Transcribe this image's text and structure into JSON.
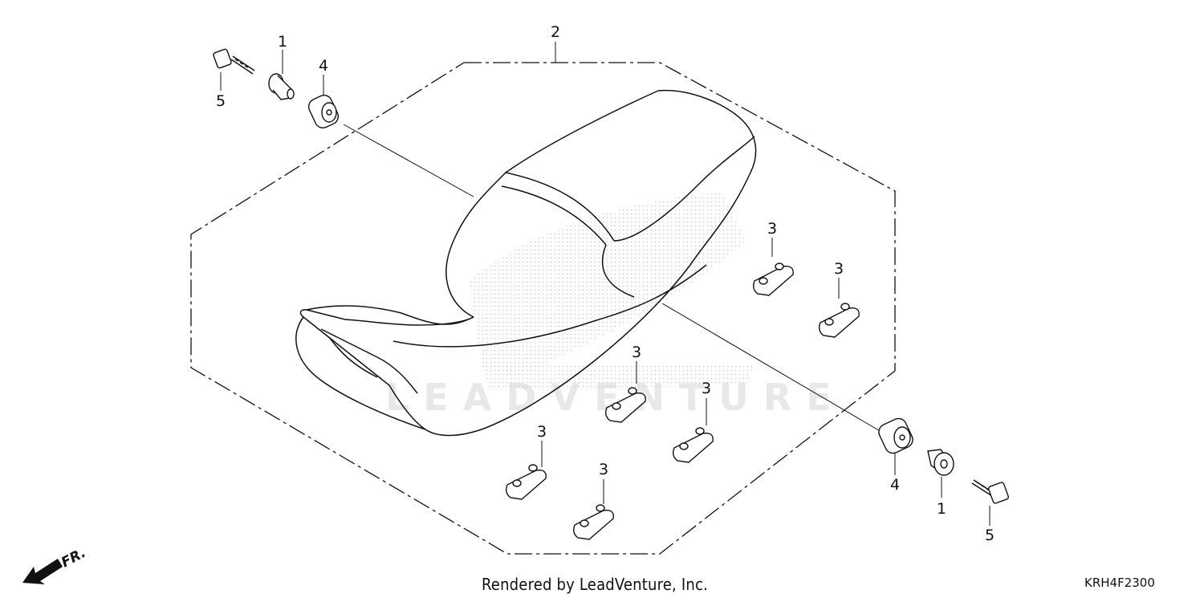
{
  "diagram": {
    "callouts": [
      {
        "id": "p2-seat",
        "text": "2"
      },
      {
        "id": "p1-collar-left",
        "text": "1"
      },
      {
        "id": "p4-rubber-left",
        "text": "4"
      },
      {
        "id": "p5-bolt-left",
        "text": "5"
      },
      {
        "id": "p3-cushion-a",
        "text": "3"
      },
      {
        "id": "p3-cushion-b",
        "text": "3"
      },
      {
        "id": "p3-cushion-c",
        "text": "3"
      },
      {
        "id": "p3-cushion-d",
        "text": "3"
      },
      {
        "id": "p3-cushion-e",
        "text": "3"
      },
      {
        "id": "p3-cushion-f",
        "text": "3"
      },
      {
        "id": "p4-rubber-right",
        "text": "4"
      },
      {
        "id": "p1-collar-right",
        "text": "1"
      },
      {
        "id": "p5-bolt-right",
        "text": "5"
      }
    ],
    "direction_label": "FR.",
    "watermark": "LEADVENTURE"
  },
  "footer": {
    "credit": "Rendered by LeadVenture, Inc.",
    "diagram_code": "KRH4F2300"
  }
}
